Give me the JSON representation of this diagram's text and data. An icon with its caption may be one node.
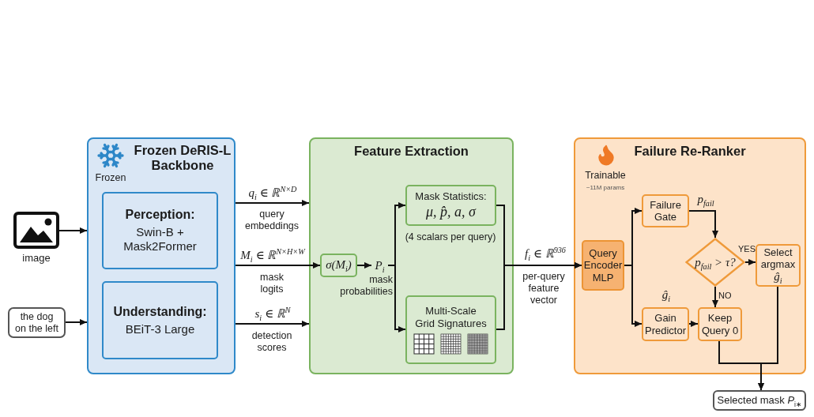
{
  "diagram": {
    "nodes": [
      {
        "text": [],
        "shape": "picture",
        "beside": [
          "image"
        ]
      },
      {
        "text": [
          "the dog on the left"
        ]
      },
      {
        "text": [
          "Frozen DeRIS-L Backbone",
          "Frozen"
        ]
      },
      {
        "text": [
          "Perception:",
          "Swin-B + Mask2Former"
        ],
        "in": 2
      },
      {
        "text": [
          "Understanding:",
          "BEiT-3 Large"
        ],
        "in": 2
      },
      {
        "text": [
          "Feature Extraction"
        ]
      },
      {
        "text": [
          "σ(M$_{i}$)"
        ],
        "in": 5
      },
      {
        "text": [
          "P$_{i}$"
        ],
        "in": 5,
        "beside": [
          "mask probabilities"
        ]
      },
      {
        "text": [
          "Mask Statistics:",
          "μ, p̂, a, σ"
        ],
        "in": 5,
        "beside": [
          "(4 scalars per query)"
        ]
      },
      {
        "text": [
          "Multi-Scale Grid Signatures"
        ],
        "in": 5
      },
      {
        "text": [
          "Failure Re-Ranker",
          "Trainable",
          "~11M params"
        ]
      },
      {
        "text": [
          "Query Encoder MLP"
        ],
        "in": 10
      },
      {
        "text": [
          "Failure Gate"
        ],
        "in": 10
      },
      {
        "text": [
          "p$_{fail}$ > τ?"
        ],
        "in": 10
      },
      {
        "text": [
          "Select argmax",
          "ĝ$_{i}$"
        ],
        "in": 10
      },
      {
        "text": [
          "Gain Predictor"
        ],
        "in": 10,
        "beside": [
          "ĝ$_{i}$"
        ]
      },
      {
        "text": [
          "Keep Query 0"
        ],
        "in": 10
      },
      {
        "text": [
          "Selected mask *P*$_{i∗}$"
        ]
      }
    ],
    "edges": [
      {
        "from": 0,
        "to": 2,
        "arrow": "to"
      },
      {
        "from": 1,
        "to": 2,
        "arrow": "to"
      },
      {
        "from": 2,
        "to": 5,
        "arrow": "to",
        "label": "q$_{i}$ ∈ ℝ$^{N×D}$"
      },
      {
        "from": 2,
        "to": 6,
        "arrow": "to",
        "label": "M$_{i}$ ∈ ℝ$^{N×H×W}$"
      },
      {
        "from": 2,
        "to": 5,
        "arrow": "to",
        "label": "s$_{i}$ ∈ ℝ$^{N}$"
      },
      {
        "from": 6,
        "to": 7,
        "arrow": "to"
      },
      {
        "from": 7,
        "to": 8,
        "arrow": "to"
      },
      {
        "from": 7,
        "to": 9,
        "arrow": "to"
      },
      {
        "from": 8,
        "to": 11,
        "arrow": "to",
        "label": "f$_{i}$ ∈ ℝ$^{936}$"
      },
      {
        "from": 9,
        "to": 11,
        "arrow": "to"
      },
      {
        "from": 11,
        "to": 12,
        "arrow": "to"
      },
      {
        "from": 11,
        "to": 15,
        "arrow": "to"
      },
      {
        "from": 12,
        "to": 13,
        "arrow": "to",
        "label": "p$_{fail}$"
      },
      {
        "from": 13,
        "to": 14,
        "arrow": "to",
        "label": "YES"
      },
      {
        "from": 13,
        "to": 16,
        "arrow": "to",
        "label": "NO"
      },
      {
        "from": 15,
        "to": 16,
        "arrow": "to"
      },
      {
        "from": 14,
        "to": 17,
        "arrow": "to"
      },
      {
        "from": 16,
        "to": 17,
        "arrow": "to"
      }
    ],
    "labels": [
      "query embeddings",
      "mask logits",
      "detection scores",
      "per-query feature vector"
    ]
  }
}
